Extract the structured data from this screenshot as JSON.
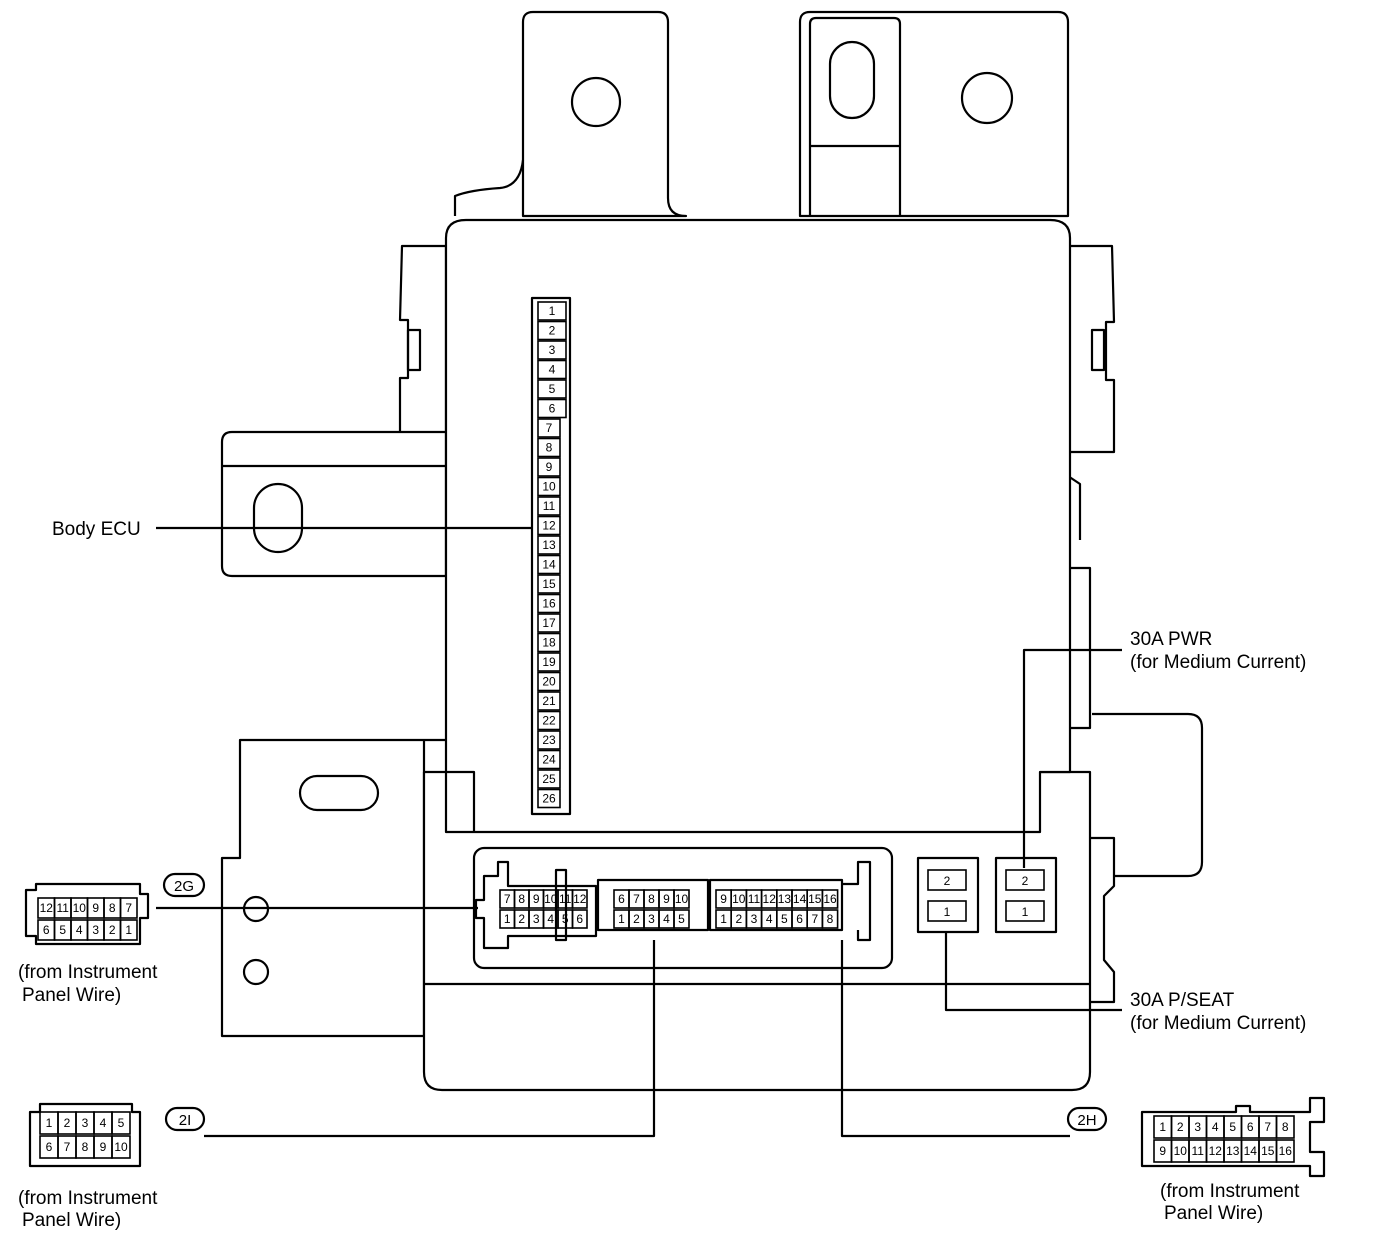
{
  "labels": {
    "body_ecu": "Body ECU",
    "pwr_relay_title": "30A PWR",
    "pwr_relay_sub": "(for Medium Current)",
    "pseat_relay_title": "30A P/SEAT",
    "pseat_relay_sub": "(for Medium Current)"
  },
  "ecu_pins": [
    "1",
    "2",
    "3",
    "4",
    "5",
    "6",
    "7",
    "8",
    "9",
    "10",
    "11",
    "12",
    "13",
    "14",
    "15",
    "16",
    "17",
    "18",
    "19",
    "20",
    "21",
    "22",
    "23",
    "24",
    "25",
    "26"
  ],
  "relay_pins": {
    "top": "2",
    "bottom": "1"
  },
  "connectors": {
    "2G": {
      "tag": "2G",
      "top_row": [
        "12",
        "11",
        "10",
        "9",
        "8",
        "7"
      ],
      "bottom_row": [
        "6",
        "5",
        "4",
        "3",
        "2",
        "1"
      ],
      "source_line1": "(from Instrument",
      "source_line2": "Panel Wire)"
    },
    "2I": {
      "tag": "2I",
      "top_row": [
        "1",
        "2",
        "3",
        "4",
        "5"
      ],
      "bottom_row": [
        "6",
        "7",
        "8",
        "9",
        "10"
      ],
      "source_line1": "(from Instrument",
      "source_line2": "Panel Wire)"
    },
    "2H": {
      "tag": "2H",
      "top_row": [
        "1",
        "2",
        "3",
        "4",
        "5",
        "6",
        "7",
        "8"
      ],
      "bottom_row": [
        "9",
        "10",
        "11",
        "12",
        "13",
        "14",
        "15",
        "16"
      ],
      "source_line1": "(from Instrument",
      "source_line2": "Panel Wire)"
    }
  },
  "block_sockets": {
    "g_top": [
      "7",
      "8",
      "9",
      "10",
      "11",
      "12"
    ],
    "g_bottom": [
      "1",
      "2",
      "3",
      "4",
      "5",
      "6"
    ],
    "i_top": [
      "6",
      "7",
      "8",
      "9",
      "10"
    ],
    "i_bottom": [
      "1",
      "2",
      "3",
      "4",
      "5"
    ],
    "h_top": [
      "9",
      "10",
      "11",
      "12",
      "13",
      "14",
      "15",
      "16"
    ],
    "h_bottom": [
      "1",
      "2",
      "3",
      "4",
      "5",
      "6",
      "7",
      "8"
    ]
  }
}
